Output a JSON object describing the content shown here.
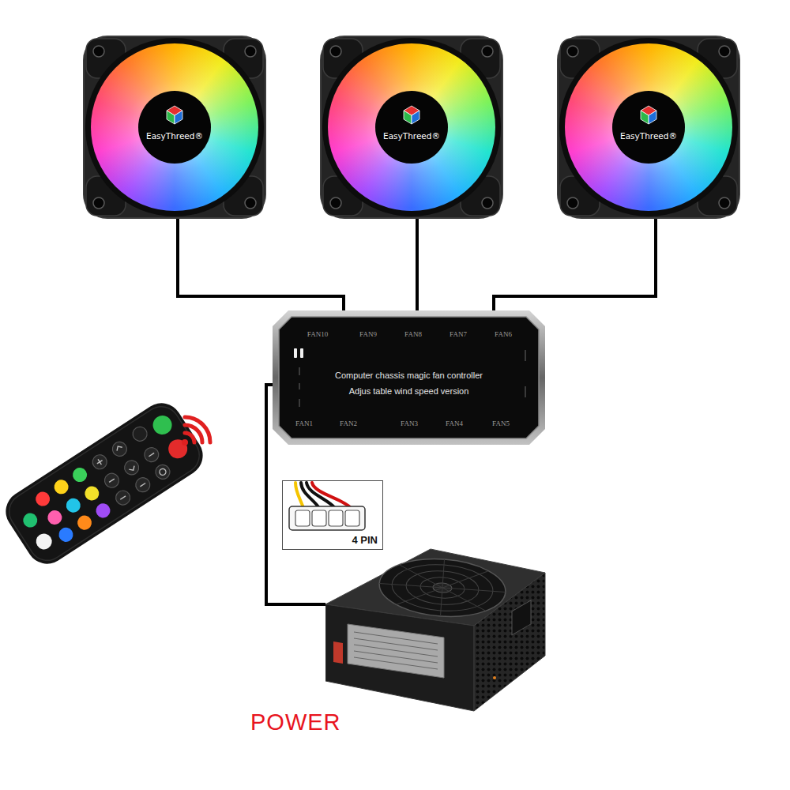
{
  "diagram": {
    "nodes": [
      {
        "text": [
          "EasyThreed®"
        ]
      },
      {
        "text": [
          "EasyThreed®"
        ]
      },
      {
        "text": [
          "EasyThreed®"
        ]
      },
      {
        "text": [
          "Computer chassis magic fan controller",
          "Adjus table wind speed version"
        ]
      },
      {
        "text": [
          "4 PIN"
        ]
      },
      {
        "text": [
          "POWER"
        ]
      }
    ],
    "edges": [
      {
        "from": 0,
        "to": 3,
        "arrow": "none"
      },
      {
        "from": 1,
        "to": 3,
        "arrow": "none"
      },
      {
        "from": 2,
        "to": 3,
        "arrow": "none"
      },
      {
        "from": 3,
        "to": 5,
        "arrow": "none"
      }
    ],
    "labels": [
      "FAN10",
      "FAN9",
      "FAN8",
      "FAN7",
      "FAN6",
      "FAN1",
      "FAN2",
      "FAN3",
      "FAN4",
      "FAN5"
    ]
  }
}
